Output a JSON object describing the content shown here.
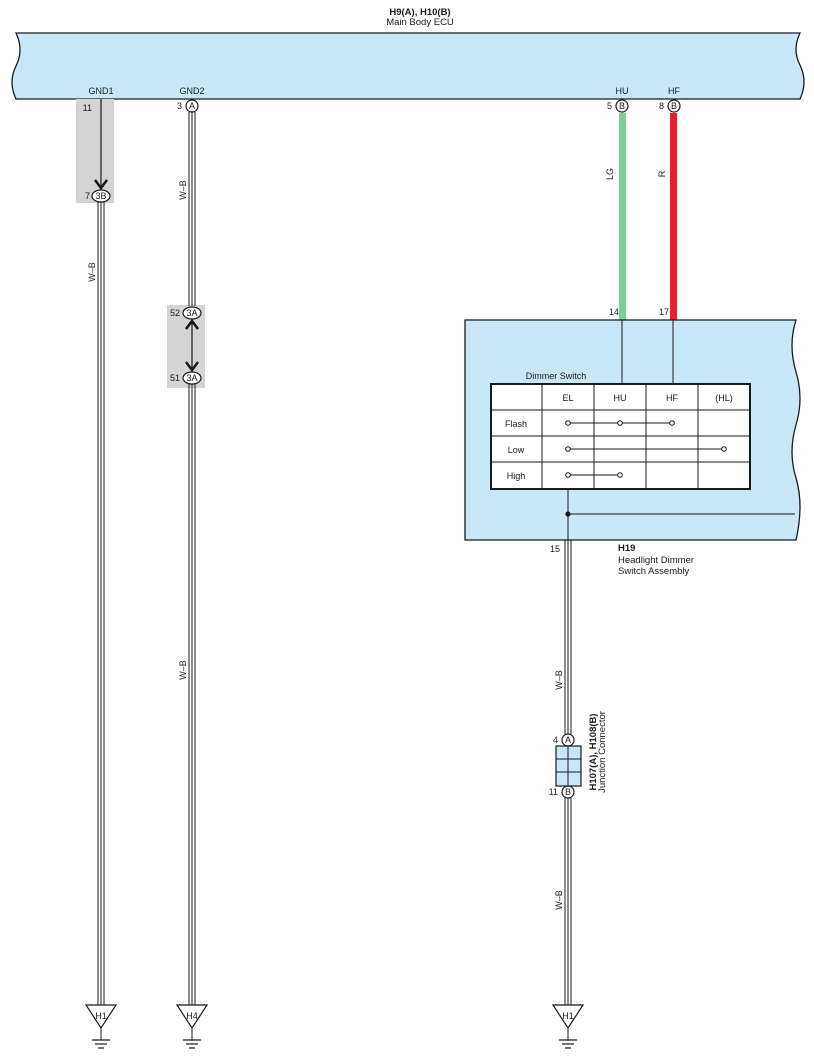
{
  "ecu": {
    "connector_title": "H9(A), H10(B)",
    "name": "Main Body ECU",
    "pins": {
      "gnd1": {
        "label": "GND1",
        "num": "11"
      },
      "gnd2": {
        "label": "GND2",
        "num": "3",
        "conn": "A"
      },
      "hu": {
        "label": "HU",
        "num": "5",
        "conn": "B"
      },
      "hf": {
        "label": "HF",
        "num": "8",
        "conn": "B"
      }
    }
  },
  "splices": {
    "gnd1_3b": {
      "num": "7",
      "label": "3B"
    },
    "gnd2_3a_top": {
      "num": "52",
      "label": "3A"
    },
    "gnd2_3a_bottom": {
      "num": "51",
      "label": "3A"
    }
  },
  "wires": {
    "gnd1_color": "W–B",
    "gnd2_color_upper": "W–B",
    "gnd2_color_lower": "W–B",
    "hu_color": "LG",
    "hf_color": "R",
    "dimmer_ground_color_upper": "W–B",
    "dimmer_ground_color_lower": "W–B"
  },
  "colors": {
    "ecu_fill": "#c8e8f8",
    "lg_wire": "#7ccf9a",
    "r_wire": "#e8202a",
    "grey_band": "#d4d4d4"
  },
  "switch_assembly": {
    "code": "H19",
    "name_line1": "Headlight Dimmer",
    "name_line2": "Switch Assembly",
    "pin_hu": "14",
    "pin_hf": "17",
    "pin_ground": "15",
    "table_title": "Dimmer Switch",
    "columns": [
      "EL",
      "HU",
      "HF",
      "(HL)"
    ],
    "rows": [
      "Flash",
      "Low",
      "High"
    ]
  },
  "junction": {
    "title": "H107(A), H108(B)",
    "name": "Junction Connector",
    "pin_top": "4",
    "conn_top": "A",
    "pin_bottom": "11",
    "conn_bottom": "B"
  },
  "grounds": {
    "g1": "H1",
    "g2": "H4",
    "g3": "H1"
  }
}
